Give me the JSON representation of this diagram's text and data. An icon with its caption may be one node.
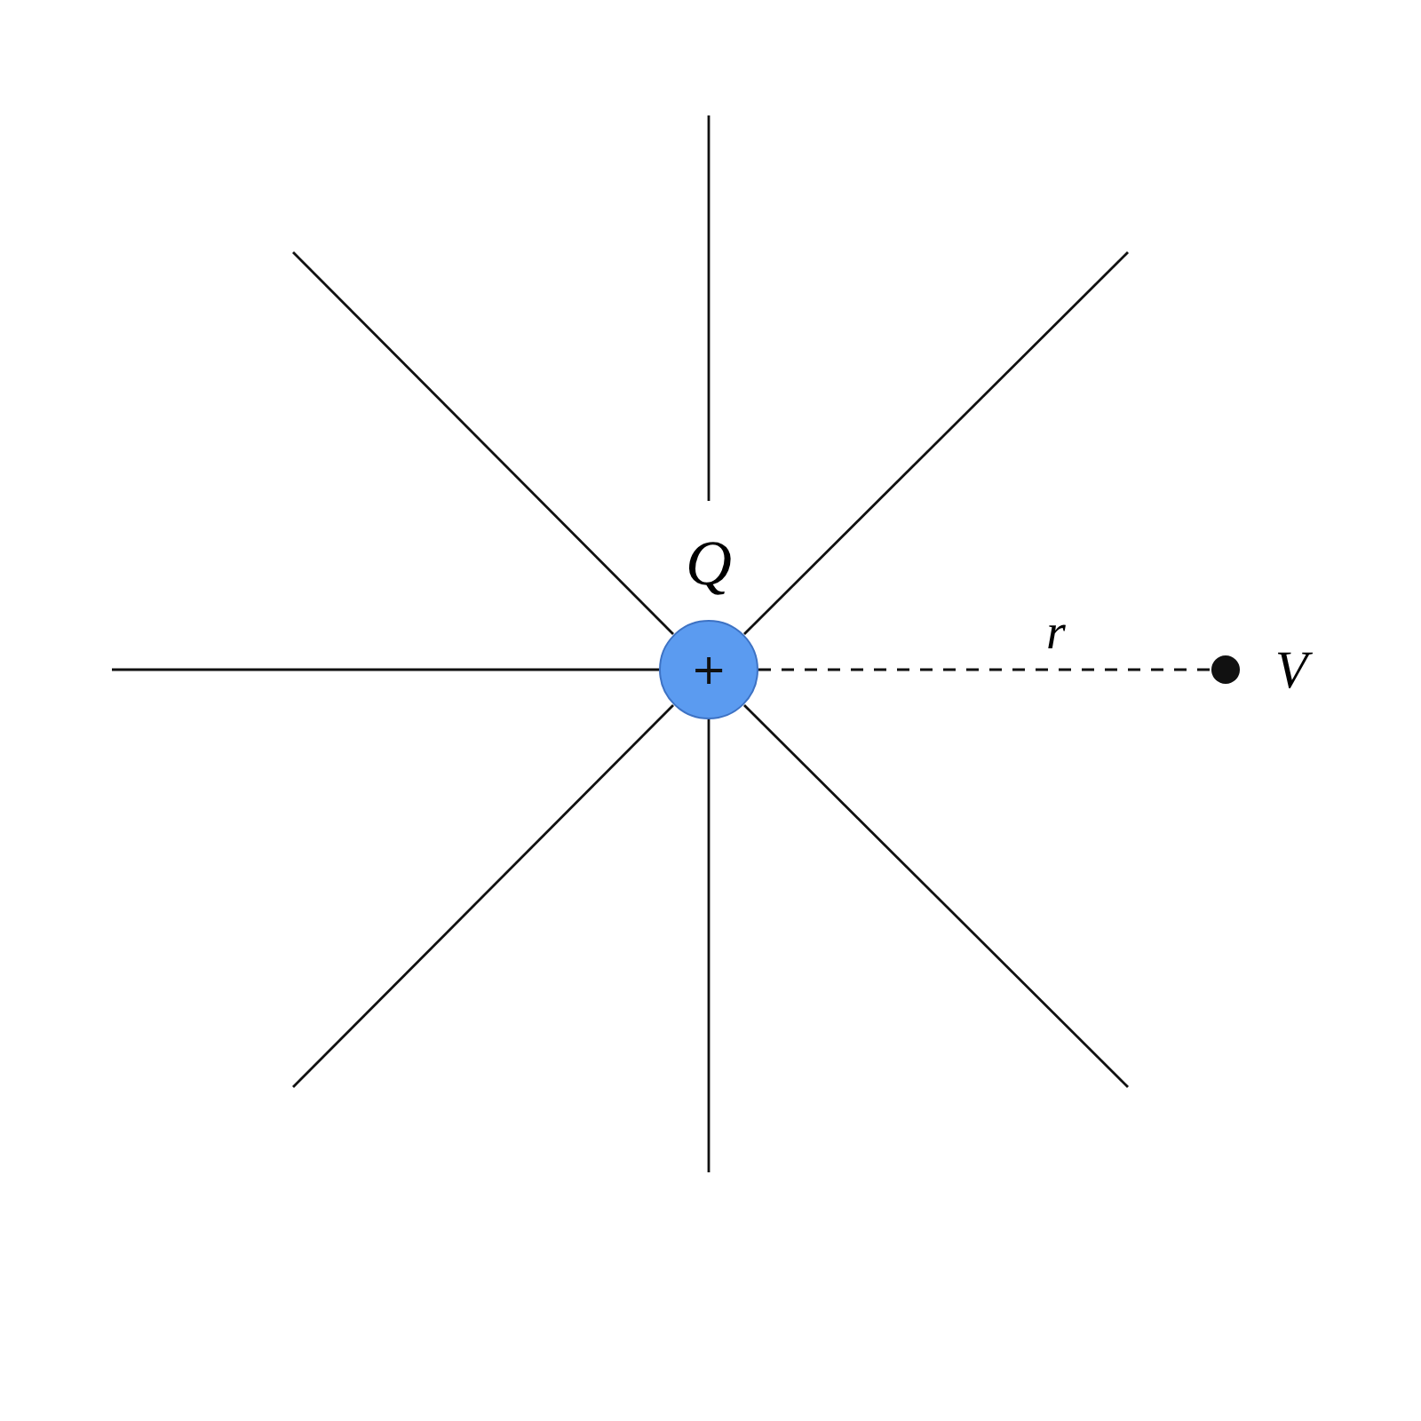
{
  "diagram": {
    "nodes": [
      {
        "text": [
          "+"
        ],
        "beside": [
          "Q"
        ]
      },
      {
        "text": [],
        "shape": "circle",
        "beside": [
          "V"
        ]
      }
    ],
    "edges": [
      {
        "from": 0,
        "to": 1,
        "arrow": "none",
        "style": "dashed",
        "label": "r"
      }
    ]
  }
}
